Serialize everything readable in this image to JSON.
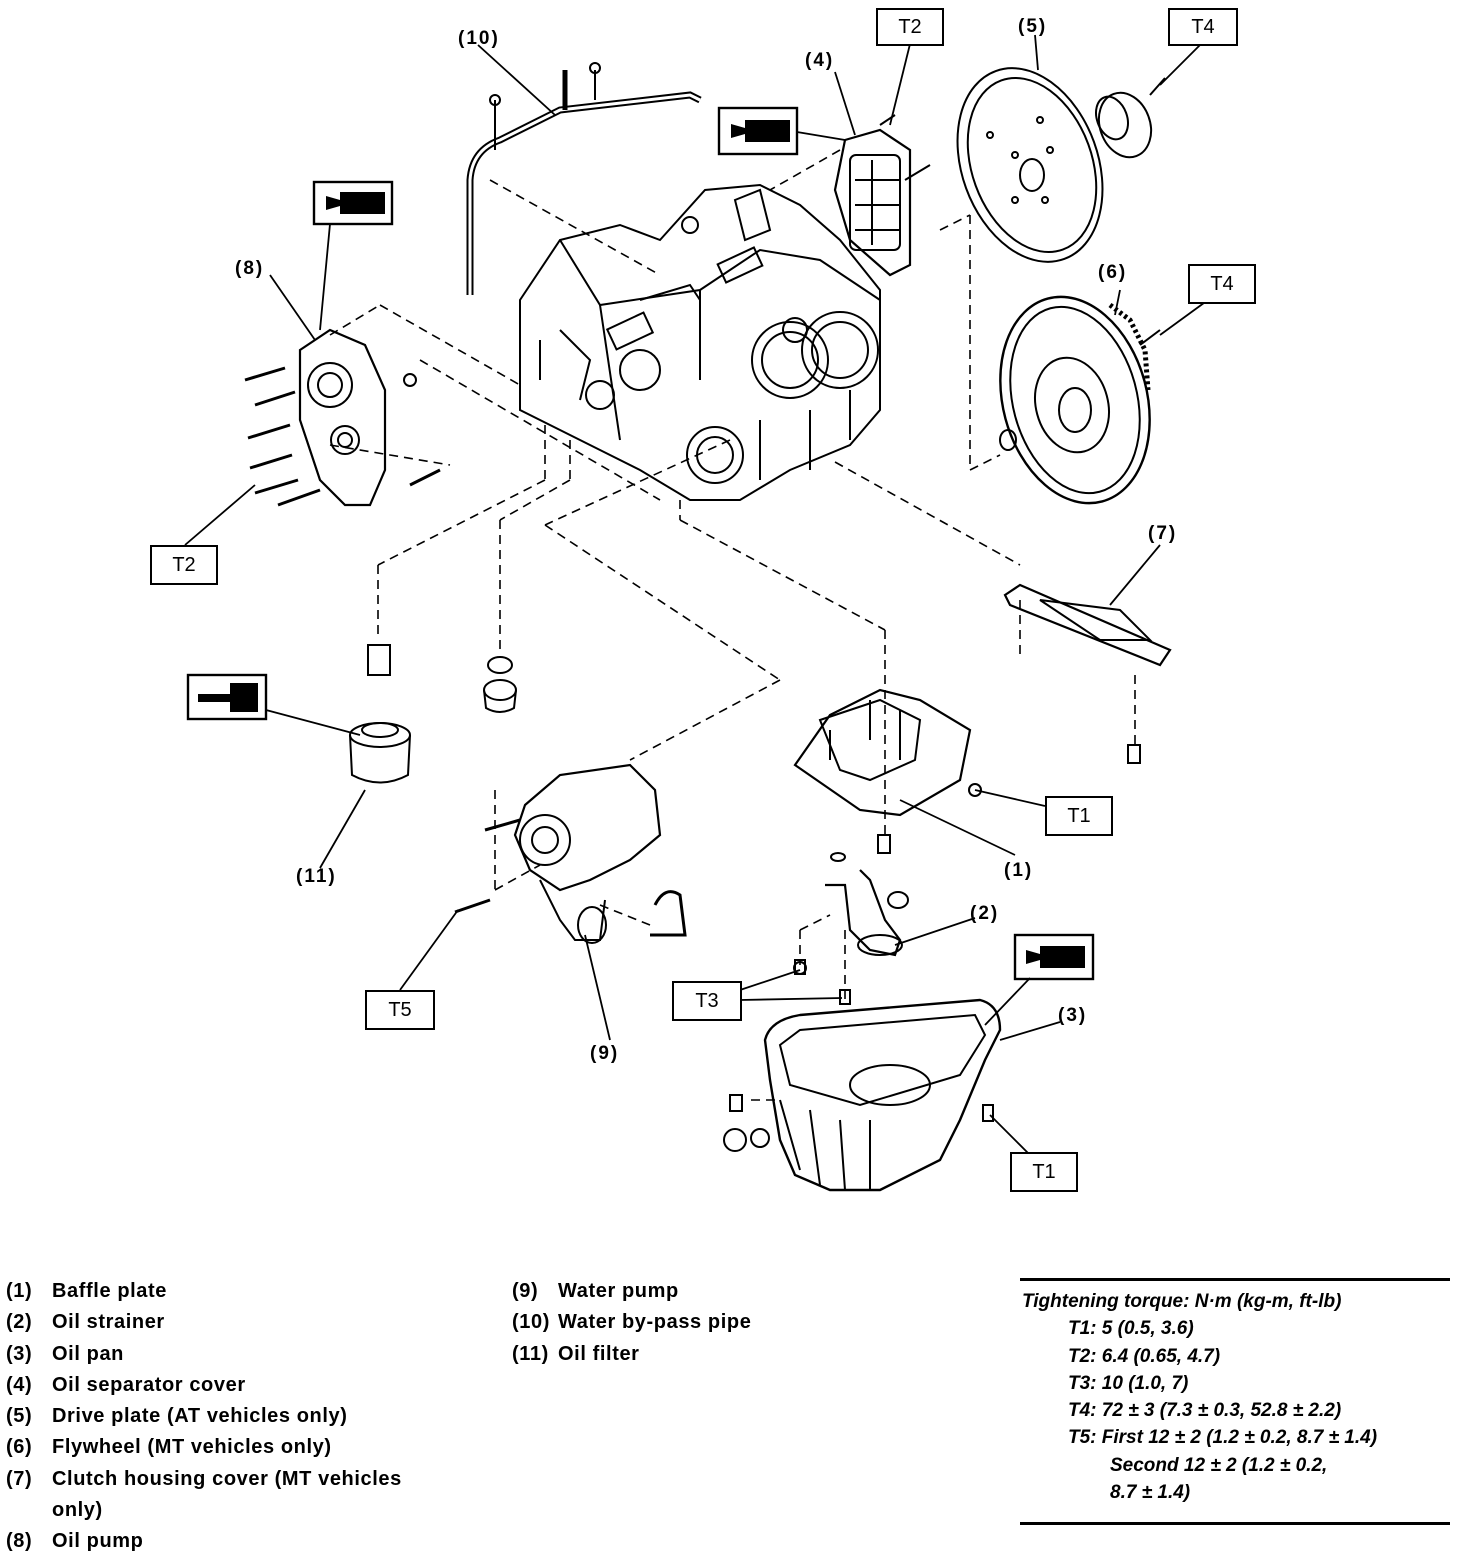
{
  "callouts": {
    "c1": "(1)",
    "c2": "(2)",
    "c3": "(3)",
    "c4": "(4)",
    "c5": "(5)",
    "c6": "(6)",
    "c7": "(7)",
    "c8": "(8)",
    "c9": "(9)",
    "c10": "(10)",
    "c11": "(11)"
  },
  "torque_boxes": {
    "t1a": "T1",
    "t1b": "T1",
    "t2a": "T2",
    "t2b": "T2",
    "t3": "T3",
    "t4a": "T4",
    "t4b": "T4",
    "t5": "T5"
  },
  "legend_left": [
    {
      "num": "(1)",
      "label": "Baffle plate"
    },
    {
      "num": "(2)",
      "label": "Oil strainer"
    },
    {
      "num": "(3)",
      "label": "Oil pan"
    },
    {
      "num": "(4)",
      "label": "Oil separator cover"
    },
    {
      "num": "(5)",
      "label": "Drive plate (AT vehicles only)"
    },
    {
      "num": "(6)",
      "label": "Flywheel (MT vehicles only)"
    },
    {
      "num": "(7)",
      "label": "Clutch housing cover (MT vehicles"
    },
    {
      "num": "",
      "label": "only)"
    },
    {
      "num": "(8)",
      "label": "Oil pump"
    }
  ],
  "legend_right": [
    {
      "num": "(9)",
      "label": "Water pump"
    },
    {
      "num": "(10)",
      "label": "Water by-pass pipe"
    },
    {
      "num": "(11)",
      "label": "Oil filter"
    }
  ],
  "torque_spec": {
    "heading": "Tightening torque: N·m (kg-m, ft-lb)",
    "t1": "T1: 5 (0.5, 3.6)",
    "t2": "T2: 6.4 (0.65, 4.7)",
    "t3": "T3: 10 (1.0, 7)",
    "t4": "T4: 72 ± 3 (7.3 ± 0.3, 52.8 ± 2.2)",
    "t5": "T5: First 12 ± 2 (1.2 ± 0.2, 8.7 ± 1.4)",
    "t5b": "Second 12 ± 2 (1.2 ± 0.2,",
    "t5c": "8.7 ± 1.4)"
  }
}
